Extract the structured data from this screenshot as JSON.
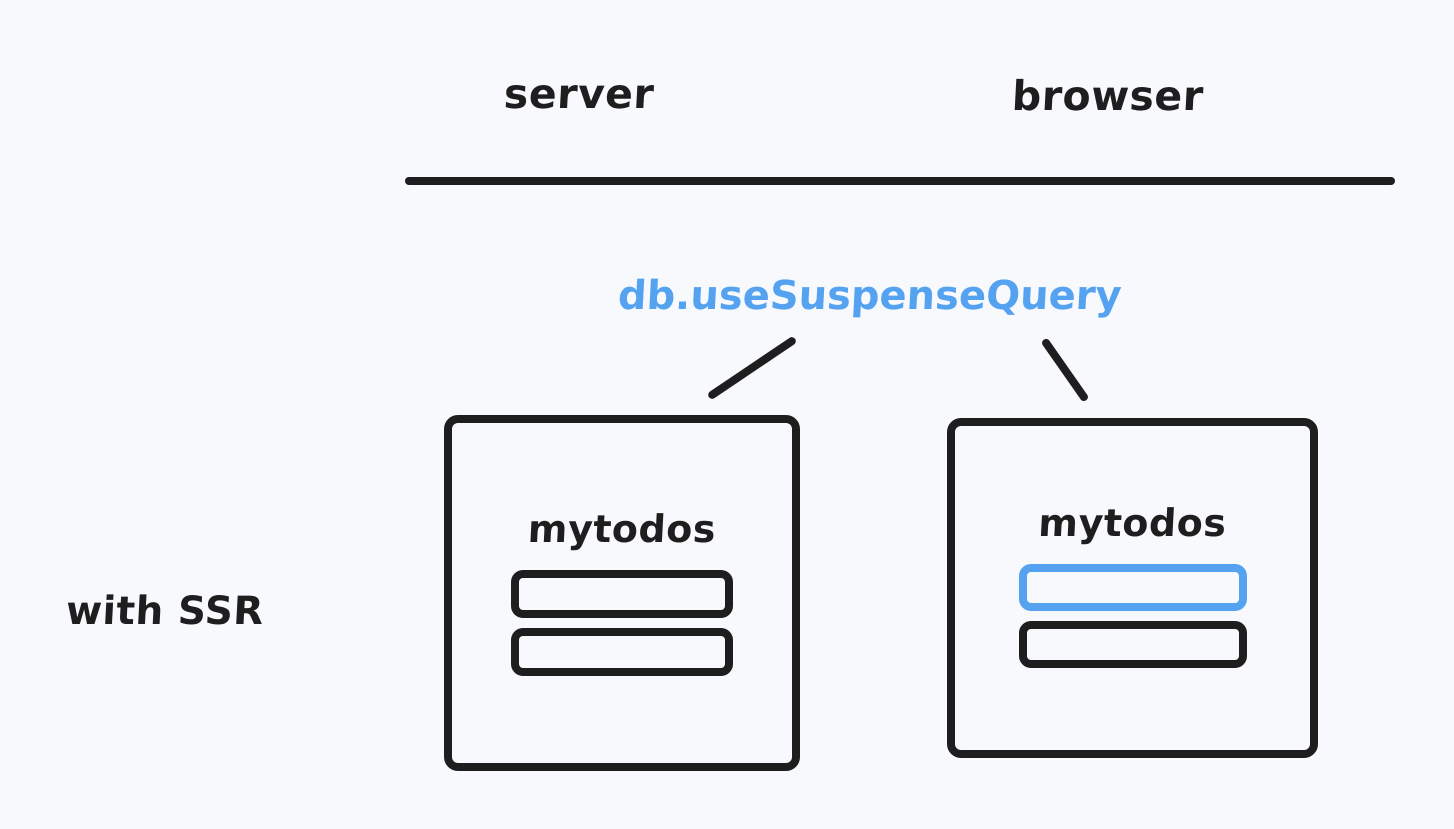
{
  "diagram": {
    "background_color": "#f7f9fc",
    "ink_color": "#1e1e1e",
    "accent_color": "#55a3f0",
    "row_label": "with SSR",
    "columns": [
      {
        "name": "server",
        "label": "server"
      },
      {
        "name": "browser",
        "label": "browser"
      }
    ],
    "divider": {
      "name": "horizontal-rule"
    },
    "api_label": "db.useSuspenseQuery",
    "connectors": [
      {
        "name": "connector-to-server",
        "from": "api-label",
        "to": "server-box"
      },
      {
        "name": "connector-to-browser",
        "from": "api-label",
        "to": "browser-box"
      }
    ],
    "boxes": [
      {
        "name": "server-box",
        "column": "server",
        "title": "mytodos",
        "todos": [
          {
            "label": "",
            "highlighted": false
          },
          {
            "label": "",
            "highlighted": false
          }
        ]
      },
      {
        "name": "browser-box",
        "column": "browser",
        "title": "mytodos",
        "todos": [
          {
            "label": "",
            "highlighted": true
          },
          {
            "label": "",
            "highlighted": false
          }
        ]
      }
    ]
  }
}
